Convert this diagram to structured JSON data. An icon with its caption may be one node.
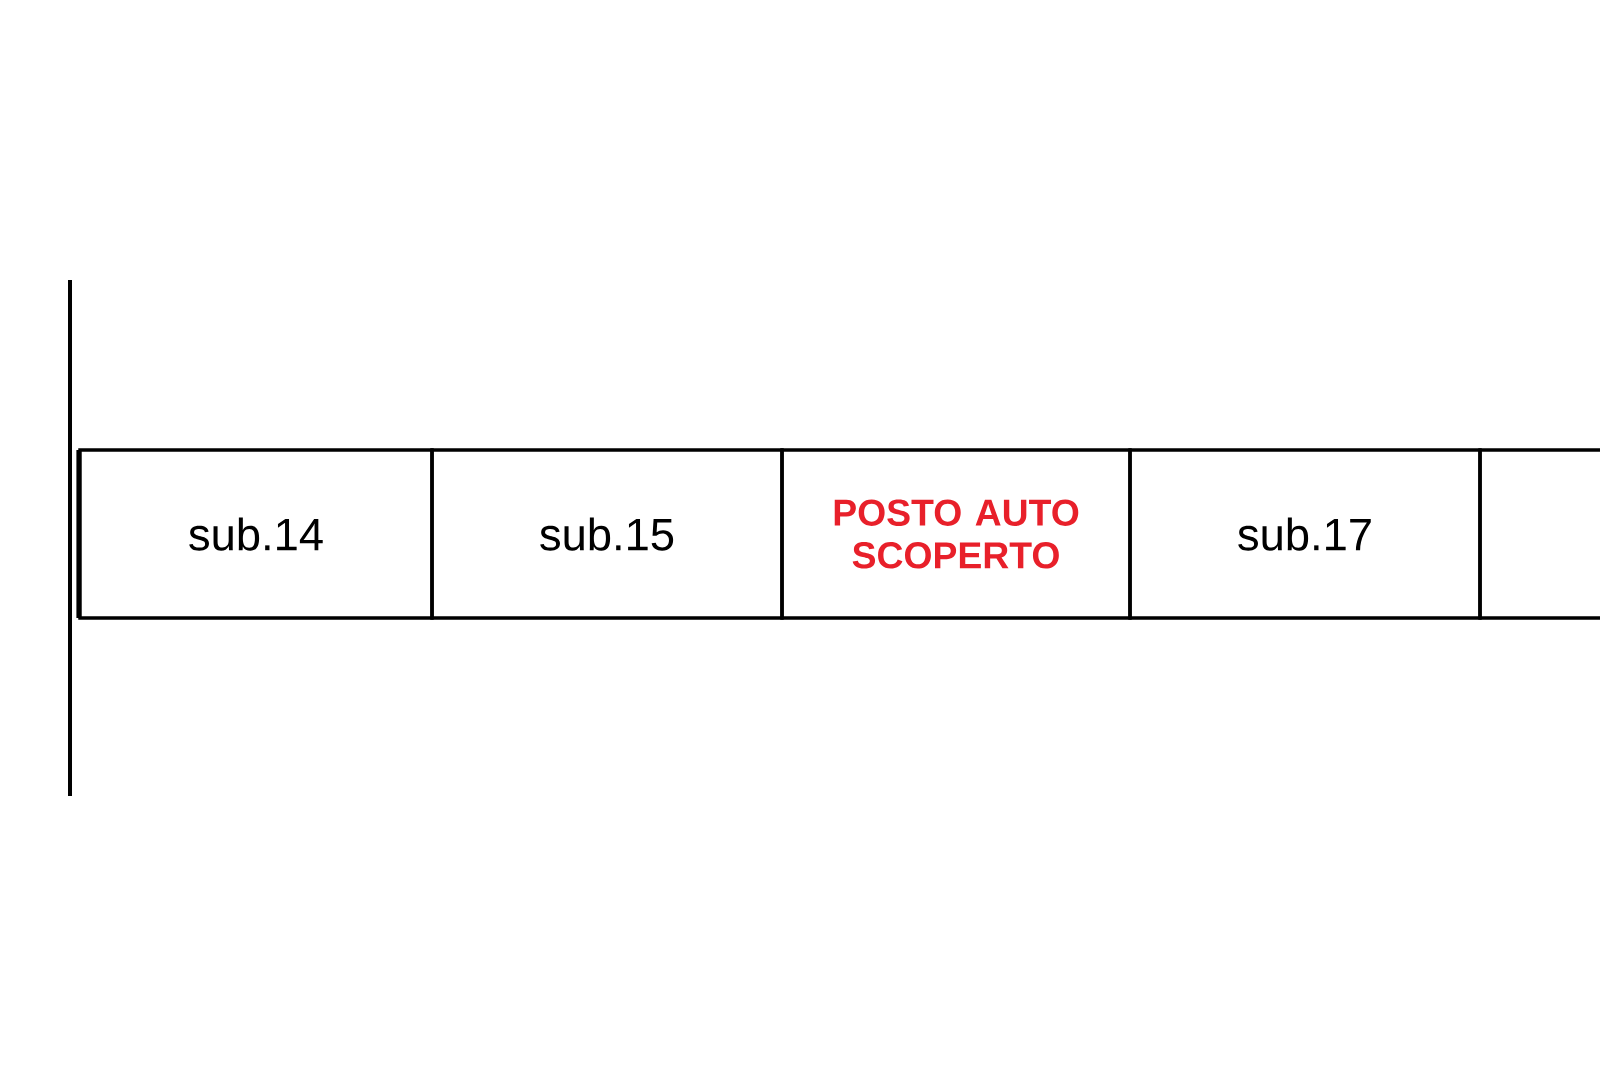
{
  "diagram": {
    "nodes": [
      {
        "text": [
          "sub.14"
        ]
      },
      {
        "text": [
          "sub.15"
        ]
      },
      {
        "text": [
          "POSTO AUTO SCOPERTO"
        ]
      },
      {
        "text": [
          "sub.17"
        ]
      },
      {
        "text": [],
        "shape": "box"
      }
    ]
  }
}
